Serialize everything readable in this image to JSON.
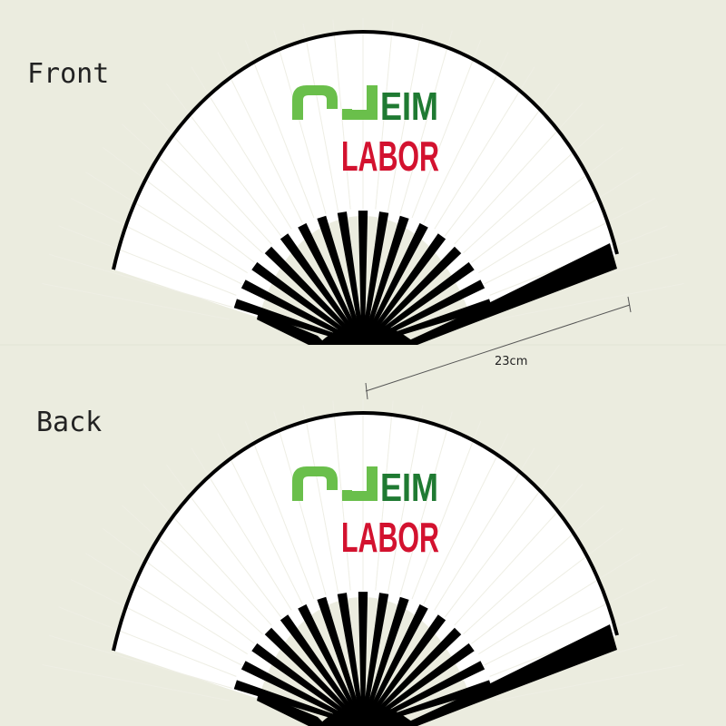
{
  "labels": {
    "front": "Front",
    "back": "Back"
  },
  "dimension": {
    "text": "23cm"
  },
  "logo": {
    "line1": "EIM",
    "line2": "LABOR",
    "mark": "GU"
  },
  "colors": {
    "background": "#ebecdf",
    "green_light": "#6abf4b",
    "green_dark": "#1f7a32",
    "red": "#d3122f",
    "black": "#000000"
  }
}
